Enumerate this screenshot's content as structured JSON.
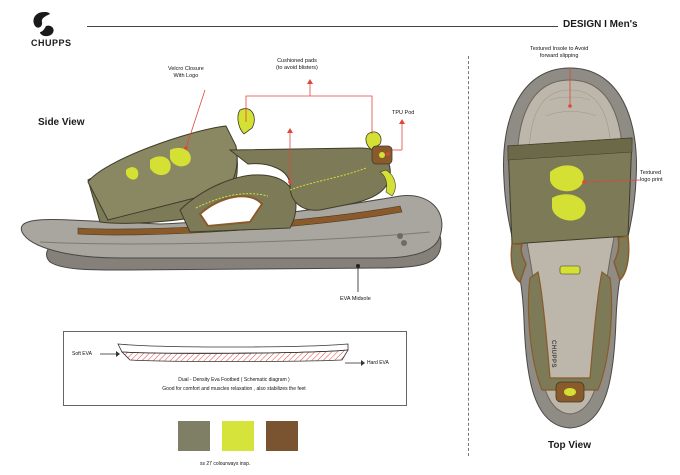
{
  "brand": {
    "name": "CHUPPS"
  },
  "header": {
    "title": "DESIGN I Men's"
  },
  "views": {
    "side_view_title": "Side View",
    "top_view_title": "Top View"
  },
  "callouts": {
    "velcro": "Velcro Closure\nWith Logo",
    "pads": "Cushioned pads\n(to avoid blisters)",
    "tpu": "TPU Pod",
    "eva_midsole": "EVA Midsole",
    "insole": "Textured Insole to Avoid\nforward slipping",
    "logo_print": "Textured\nlogo print"
  },
  "footbed": {
    "soft_label": "Soft EVA",
    "hard_label": "Hard EVA",
    "line1": "Dual - Density Eva Footbed ( Schematic diagram )",
    "line2": "Good for comfort and muscles relaxation , also stabilizes the feet"
  },
  "colourways": {
    "caption": "ss 27 colourways insp.",
    "swatches": [
      "#7f7f65",
      "#d6e33b",
      "#7a5330"
    ]
  },
  "colors": {
    "accent_red": "#e0463a",
    "olive": "#7d7b57",
    "lime": "#d4e033",
    "brown": "#8a5a2b",
    "sole": "#a39f98"
  },
  "top_sandal_brand": "CHUPPS"
}
